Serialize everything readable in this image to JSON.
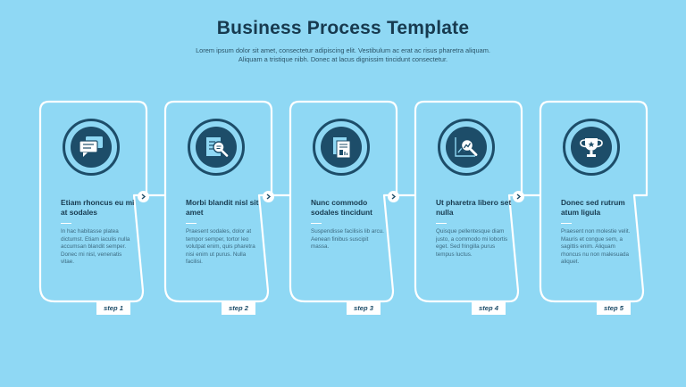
{
  "header": {
    "title": "Business Process Template",
    "subtitle": "Lorem ipsum dolor sit amet, consectetur adipiscing elit. Vestibulum ac erat ac risus pharetra aliquam. Aliquam a tristique nibh. Donec at lacus dignissim tincidunt consectetur."
  },
  "steps": [
    {
      "icon": "chat-bubbles-icon",
      "heading": "Etiam rhoncus eu mi at sodales",
      "body": "In hac habitasse platea dictumst. Etiam iaculis nulla accumsan blandit semper. Donec mi nisl, venenatis vitae.",
      "step_label": "step 1"
    },
    {
      "icon": "document-magnifier-icon",
      "heading": "Morbi blandit nisl sit amet",
      "body": "Praesent sodales, dolor at tempor semper, tortor leo volutpat enim, quis pharetra nisi enim ut purus. Nulla facilisi.",
      "step_label": "step 2"
    },
    {
      "icon": "report-documents-icon",
      "heading": "Nunc commodo sodales tincidunt",
      "body": "Suspendisse facilisis lib arcu. Aenean finibus suscipit massa.",
      "step_label": "step 3"
    },
    {
      "icon": "chart-magnifier-icon",
      "heading": "Ut pharetra libero set nulla",
      "body": "Quisque pellentesque diam justo, a commodo mi lobortis eget. Sed fringilla purus tempus luctus.",
      "step_label": "step 4"
    },
    {
      "icon": "trophy-icon",
      "heading": "Donec sed rutrum atum ligula",
      "body": "Praesent non molestie velit. Mauris et congue sem, a sagittis enim. Aliquam rhoncus nu non malesuada aliquet.",
      "step_label": "step 5"
    }
  ],
  "colors": {
    "background": "#8fd8f4",
    "accent": "#1d4d69",
    "outline": "#ffffff"
  }
}
